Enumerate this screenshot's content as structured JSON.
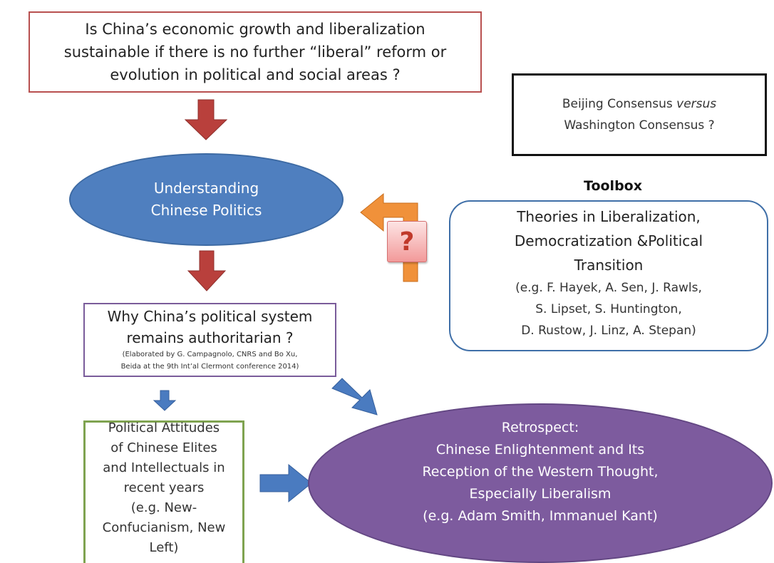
{
  "top_question": {
    "lines": [
      "Is China’s economic growth and liberalization",
      "sustainable if there is no further “liberal” reform or",
      "evolution in political and social areas ?"
    ]
  },
  "consensus": {
    "line1_prefix": "Beijing Consensus ",
    "line1_italic": "versus",
    "line2": "Washington Consensus ?"
  },
  "understanding": {
    "lines": [
      "Understanding",
      "Chinese Politics"
    ]
  },
  "toolbox": {
    "title": "Toolbox",
    "theory_lines": [
      "Theories in Liberalization,",
      "Democratization &Political",
      "Transition"
    ],
    "example_lines": [
      "(e.g. F. Hayek, A. Sen, J. Rawls,",
      "S. Lipset, S. Huntington,",
      "D. Rustow, J. Linz, A. Stepan)"
    ]
  },
  "question_badge": "?",
  "why_box": {
    "main_lines": [
      "Why China’s political system",
      "remains authoritarian ?"
    ],
    "note_lines": [
      "(Elaborated by G. Campagnolo, CNRS and  Bo Xu,",
      "Beida at the 9th Int’al Clermont conference 2014)"
    ]
  },
  "attitudes": {
    "lines": [
      "Political Attitudes",
      "of Chinese Elites",
      "and Intellectuals in",
      "recent years",
      "(e.g. New-",
      "Confucianism, New",
      "Left)"
    ]
  },
  "retrospect": {
    "lines": [
      "Retrospect:",
      "Chinese Enlightenment and Its",
      "Reception of the Western Thought,",
      "Especially Liberalism",
      "(e.g. Adam Smith, Immanuel Kant)"
    ]
  },
  "colors": {
    "red_arrow": "#b9403c",
    "blue_arrow": "#4a7bc0",
    "orange_arrow": "#f0913a",
    "blue_ellipse": "#4f7fbf",
    "purple_ellipse": "#7d5b9e"
  }
}
